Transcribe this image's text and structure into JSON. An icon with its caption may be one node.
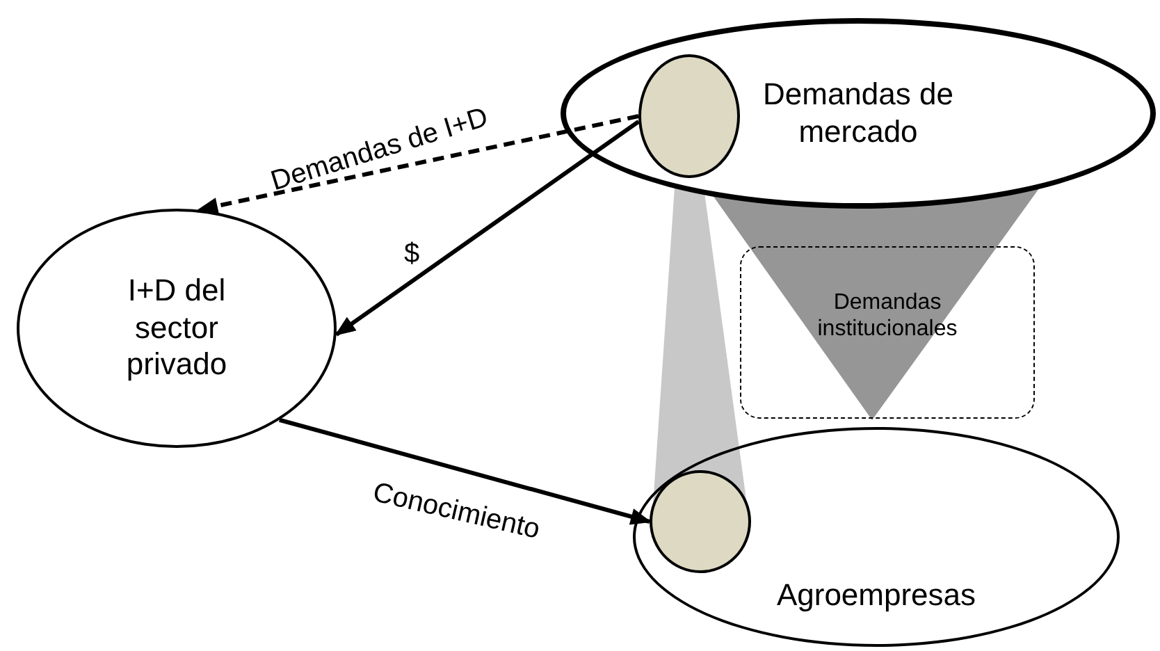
{
  "diagram": {
    "nodes": [
      {
        "text": [
          "Demandas de mercado"
        ]
      },
      {
        "text": [],
        "shape": "circle",
        "in": 0
      },
      {
        "text": [
          "I+D del sector privado"
        ]
      },
      {
        "text": [
          "Demandas institucionales"
        ]
      },
      {
        "text": [
          "Agroempresas"
        ]
      },
      {
        "text": [],
        "shape": "circle",
        "in": 4
      }
    ],
    "edges": [
      {
        "from": 1,
        "to": 2,
        "arrow": "to",
        "label": "Demandas de I+D",
        "style": "dashed"
      },
      {
        "from": 1,
        "to": 2,
        "arrow": "to",
        "label": "$"
      },
      {
        "from": 2,
        "to": 5,
        "arrow": "to",
        "label": "Conocimiento"
      }
    ]
  }
}
